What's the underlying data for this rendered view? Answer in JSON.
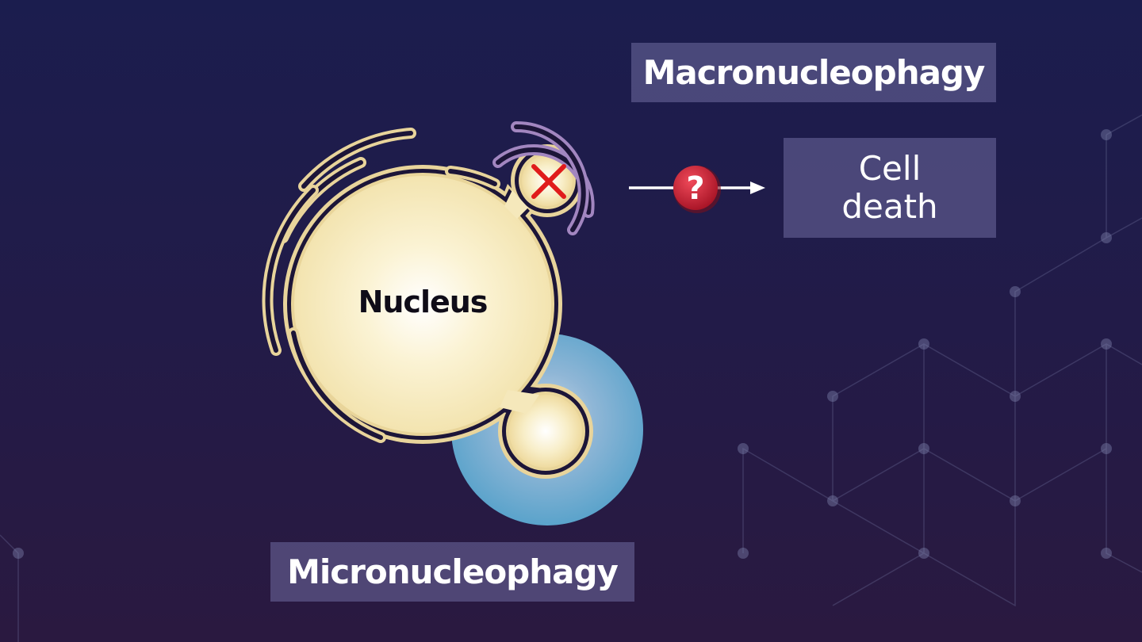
{
  "labels": {
    "nucleus": "Nucleus",
    "macronucleophagy": "Macronucleophagy",
    "micronucleophagy": "Micronucleophagy",
    "cell_death_line1": "Cell",
    "cell_death_line2": "death"
  },
  "icons": {
    "blocked": "x-mark-icon",
    "unknown": "question-mark-icon",
    "arrow": "arrow-right-icon"
  },
  "question_glyph": "?",
  "colors": {
    "background_top": "#1b1d4e",
    "background_bottom": "#2a1940",
    "nucleus_fill": "#f7eec4",
    "nucleus_outline": "#e9d59a",
    "membrane_dark": "#1c1538",
    "autophagosome": "#9b80b8",
    "vacuole": "#5aa6cf",
    "block_mark": "#e01b1b",
    "question_badge": "#c61a2c",
    "label_box": "#6f6ca0"
  }
}
